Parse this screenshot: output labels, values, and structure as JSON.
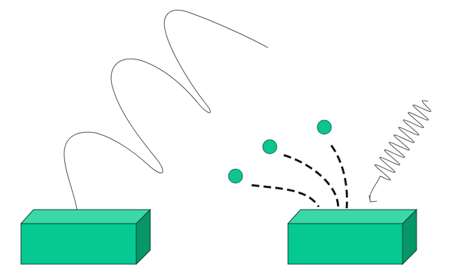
{
  "diagram": {
    "elements": [
      {
        "id": "low-frequency-wave",
        "kind": "wavy line with arrow",
        "target": "left-block"
      },
      {
        "id": "high-frequency-wave",
        "kind": "wavy line with arrow",
        "target": "right-block"
      },
      {
        "id": "particle-tracks",
        "kind": "dashed lines",
        "count": 3,
        "source": "right-block"
      },
      {
        "id": "particles",
        "kind": "circles",
        "count": 3
      },
      {
        "id": "left-block",
        "kind": "3D block"
      },
      {
        "id": "right-block",
        "kind": "3D block"
      }
    ],
    "colors": {
      "block_front": "#05c892",
      "block_top": "#3ad8a8",
      "block_side": "#069668",
      "particle": "#10c490",
      "track": "#111111",
      "wave": "#4a4a4a",
      "background": "#ffffff"
    }
  }
}
